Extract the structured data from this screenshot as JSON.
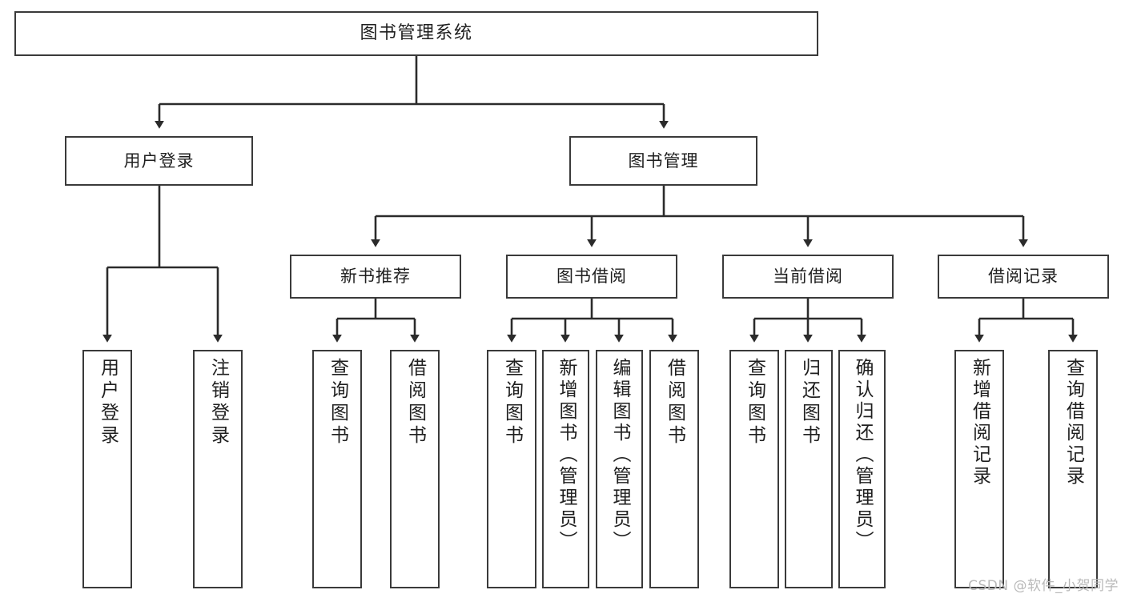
{
  "diagram": {
    "title": "图书管理系统",
    "type": "tree-hierarchy",
    "watermark": "CSDN @软件_小贺同学",
    "colors": {
      "box_border": "#3a3a3a",
      "box_fill": "#ffffff",
      "connector": "#2b2b2b",
      "text": "#1f1f1f",
      "watermark": "#b9b9b9",
      "background": "#ffffff"
    },
    "root": {
      "label": "图书管理系统"
    },
    "level2": [
      {
        "label": "用户登录"
      },
      {
        "label": "图书管理"
      }
    ],
    "level3": [
      {
        "label": "新书推荐"
      },
      {
        "label": "图书借阅"
      },
      {
        "label": "当前借阅"
      },
      {
        "label": "借阅记录"
      }
    ],
    "leaves": {
      "user_login": [
        {
          "label": "用户登录"
        },
        {
          "label": "注销登录"
        }
      ],
      "new_book_recommend": [
        {
          "label": "查询图书"
        },
        {
          "label": "借阅图书"
        }
      ],
      "book_borrow": [
        {
          "label": "查询图书"
        },
        {
          "label": "新增图书（管理员）"
        },
        {
          "label": "编辑图书（管理员）"
        },
        {
          "label": "借阅图书"
        }
      ],
      "current_borrow": [
        {
          "label": "查询图书"
        },
        {
          "label": "归还图书"
        },
        {
          "label": "确认归还（管理员）"
        }
      ],
      "borrow_records": [
        {
          "label": "新增借阅记录"
        },
        {
          "label": "查询借阅记录"
        }
      ]
    }
  }
}
